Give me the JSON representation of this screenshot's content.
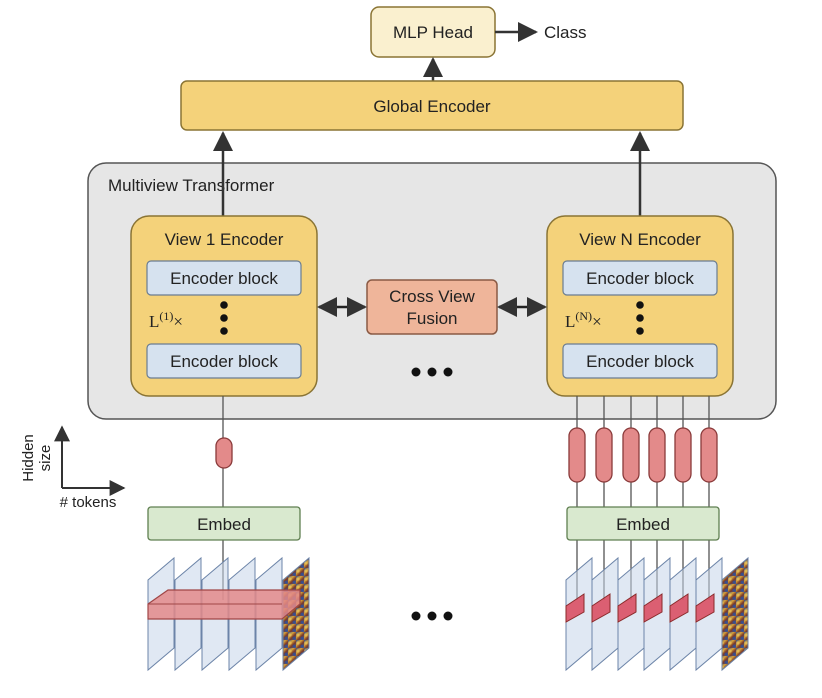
{
  "mlp_head": "MLP Head",
  "class_label": "Class",
  "global_encoder": "Global Encoder",
  "multiview_transformer": "Multiview Transformer",
  "view1": {
    "title": "View 1 Encoder",
    "block_top": "Encoder block",
    "block_bottom": "Encoder block",
    "repeat_prefix": "L",
    "repeat_sup": "(1)",
    "repeat_suffix": "×"
  },
  "viewN": {
    "title": "View N Encoder",
    "block_top": "Encoder block",
    "block_bottom": "Encoder block",
    "repeat_prefix": "L",
    "repeat_sup": "(N)",
    "repeat_suffix": "×"
  },
  "fusion": {
    "line1": "Cross View",
    "line2": "Fusion"
  },
  "axis": {
    "y_line1": "Hidden",
    "y_line2": "size",
    "x": "# tokens"
  },
  "embed_left": "Embed",
  "embed_right": "Embed",
  "colors": {
    "panel": "#e6e6e6",
    "panel_stroke": "#555555",
    "encoder_fill": "#f4d27a",
    "encoder_stroke": "#8a7434",
    "block_fill": "#d6e2ef",
    "fusion_fill": "#efb59a",
    "embed_fill": "#d9e9cf",
    "head_fill": "#faf0cf",
    "token_fill": "#e38a8a",
    "frame_fill": "#c7d6ea"
  }
}
